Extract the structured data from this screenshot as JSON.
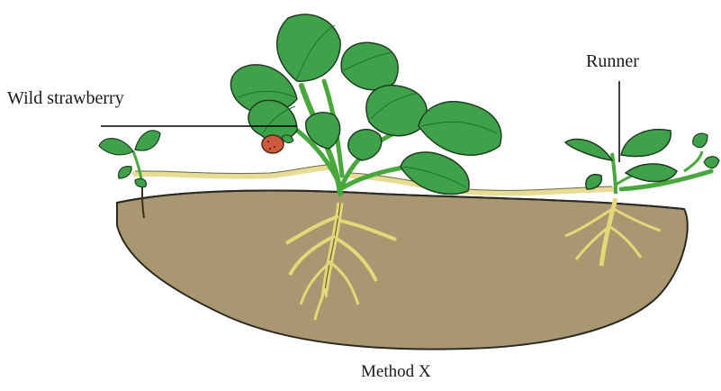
{
  "labels": {
    "wild_strawberry": "Wild strawberry",
    "runner": "Runner",
    "caption": "Method X"
  },
  "colors": {
    "soil": "#a89770",
    "soil_outline": "#2b2a22",
    "leaf": "#3fa24a",
    "leaf_dark": "#1f6e2c",
    "stem": "#48a83e",
    "runner_stem": "#e7dc95",
    "root": "#e5d77a",
    "berry": "#cc5a3c",
    "leader_line": "#000000"
  }
}
